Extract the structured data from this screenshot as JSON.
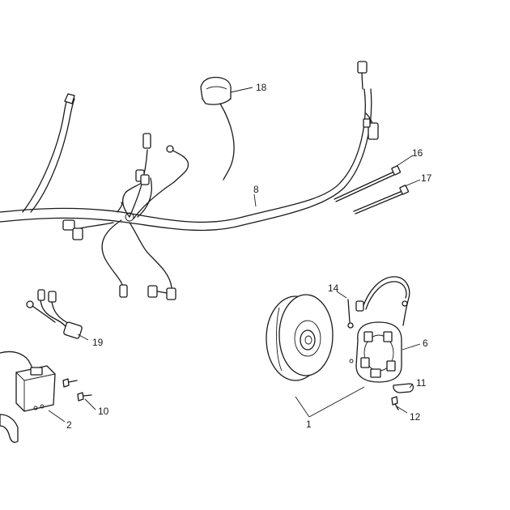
{
  "labels": {
    "p1": "1",
    "p2": "2",
    "p6": "6",
    "p8": "8",
    "p10": "10",
    "p11": "11",
    "p12": "12",
    "p14": "14",
    "p16": "16",
    "p17": "17",
    "p18": "18",
    "p19": "19"
  }
}
